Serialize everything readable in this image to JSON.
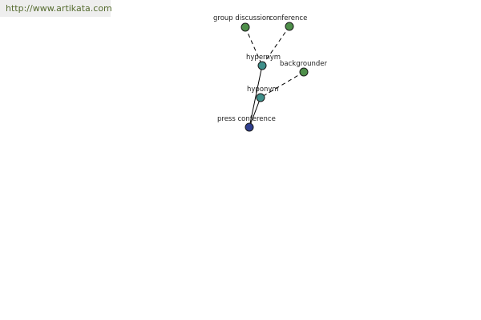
{
  "watermark": {
    "text": "http://www.artikata.com"
  },
  "colors": {
    "leaf_node": "#4e8f4a",
    "relation_node": "#3e8f8a",
    "root_node": "#2f3f8f"
  },
  "nodes": {
    "group_discussion": {
      "label": "group discussion",
      "kind": "leaf"
    },
    "conference": {
      "label": "conference",
      "kind": "leaf"
    },
    "hypernym": {
      "label": "hypernym",
      "kind": "relation"
    },
    "backgrounder": {
      "label": "backgrounder",
      "kind": "leaf"
    },
    "hyponym": {
      "label": "hyponym",
      "kind": "relation"
    },
    "press_conference": {
      "label": "press conference",
      "kind": "root"
    }
  },
  "edges": [
    {
      "from": "group_discussion",
      "to": "hypernym",
      "style": "dashed"
    },
    {
      "from": "conference",
      "to": "hypernym",
      "style": "dashed"
    },
    {
      "from": "backgrounder",
      "to": "hyponym",
      "style": "dashed"
    },
    {
      "from": "hypernym",
      "to": "press_conference",
      "style": "solid"
    },
    {
      "from": "hyponym",
      "to": "press_conference",
      "style": "solid"
    }
  ]
}
